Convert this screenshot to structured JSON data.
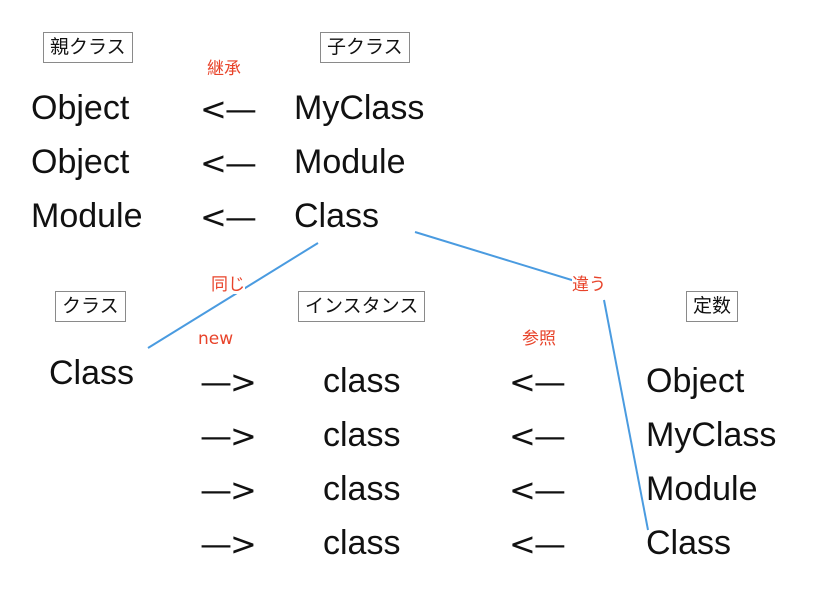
{
  "labels": {
    "parent_class": "親クラス",
    "child_class": "子クラス",
    "class_header": "クラス",
    "instance": "インスタンス",
    "constant": "定数"
  },
  "annotations": {
    "inherit": "継承",
    "same": "同じ",
    "different": "違う",
    "new": "new",
    "reference": "参照"
  },
  "inheritance_rows": [
    {
      "parent": "Object",
      "arrow": "<—",
      "child": "MyClass"
    },
    {
      "parent": "Object",
      "arrow": "<—",
      "child": "Module"
    },
    {
      "parent": "Module",
      "arrow": "<—",
      "child": "Class"
    }
  ],
  "class_name": "Class",
  "instance_rows": [
    {
      "new_arrow": "—>",
      "instance": "class",
      "ref_arrow": "<—",
      "constant": "Object"
    },
    {
      "new_arrow": "—>",
      "instance": "class",
      "ref_arrow": "<—",
      "constant": "MyClass"
    },
    {
      "new_arrow": "—>",
      "instance": "class",
      "ref_arrow": "<—",
      "constant": "Module"
    },
    {
      "new_arrow": "—>",
      "instance": "class",
      "ref_arrow": "<—",
      "constant": "Class"
    }
  ],
  "colors": {
    "annotation": "#e8432a",
    "connector": "#4a9be0",
    "box_border": "#8a8a8a"
  }
}
